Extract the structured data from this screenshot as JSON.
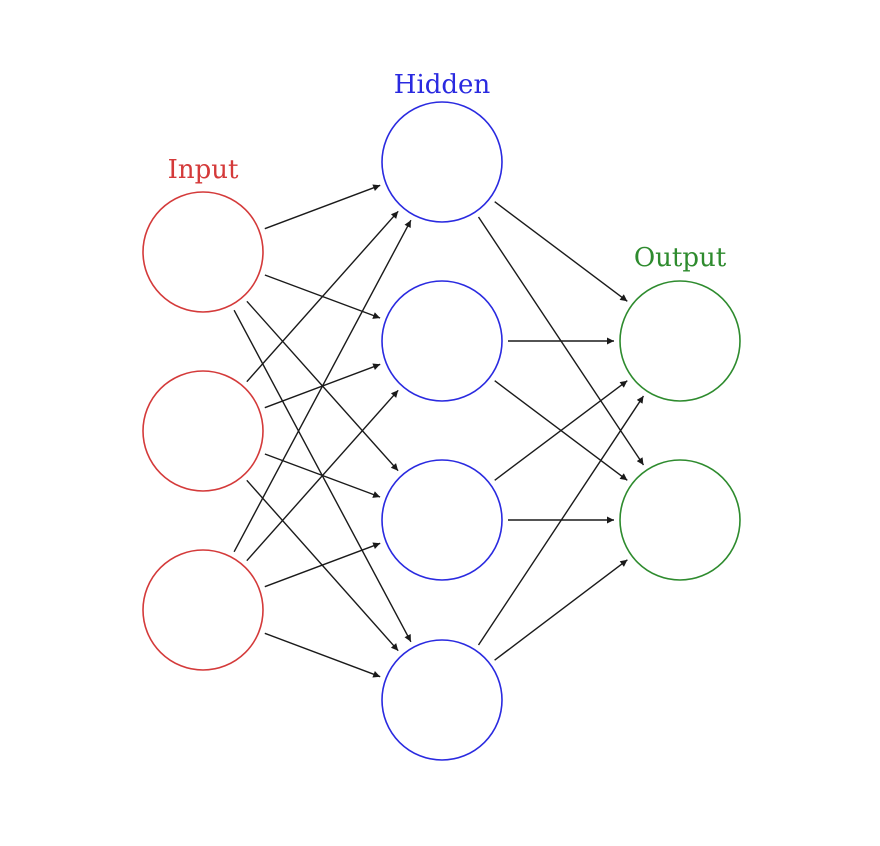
{
  "diagram": {
    "layers": [
      {
        "id": "input",
        "label": "Input",
        "color": "#d43a3a",
        "neuron_count": 3
      },
      {
        "id": "hidden",
        "label": "Hidden",
        "color": "#2a2ae0",
        "neuron_count": 4
      },
      {
        "id": "output",
        "label": "Output",
        "color": "#2e8b2e",
        "neuron_count": 2
      }
    ],
    "connections": "fully-connected",
    "connection_color": "#1a1a1a"
  }
}
